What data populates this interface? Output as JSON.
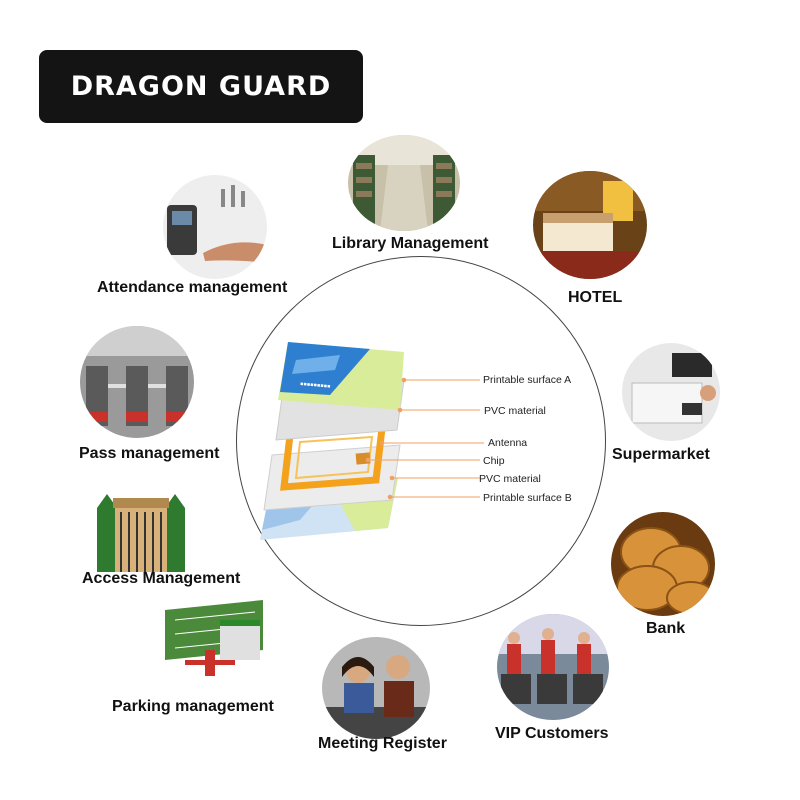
{
  "brand": {
    "name": "DRAGON GUARD"
  },
  "applications": [
    {
      "key": "library",
      "label": "Library Management"
    },
    {
      "key": "attendance",
      "label": "Attendance management"
    },
    {
      "key": "hotel",
      "label": "HOTEL"
    },
    {
      "key": "pass",
      "label": "Pass management"
    },
    {
      "key": "supermarket",
      "label": "Supermarket"
    },
    {
      "key": "access",
      "label": "Access Management"
    },
    {
      "key": "bank",
      "label": "Bank"
    },
    {
      "key": "parking",
      "label": "Parking management"
    },
    {
      "key": "meeting",
      "label": "Meeting Register"
    },
    {
      "key": "vip",
      "label": "VIP Customers"
    }
  ],
  "card": {
    "layers": [
      "Printable surface A",
      "PVC material",
      "Antenna",
      "Chip",
      "PVC material",
      "Printable surface B"
    ],
    "colors": {
      "blue": "#2f7fd0",
      "lime": "#a8d84a",
      "antenna": "#f4a21c",
      "leader": "#f0a060"
    }
  }
}
